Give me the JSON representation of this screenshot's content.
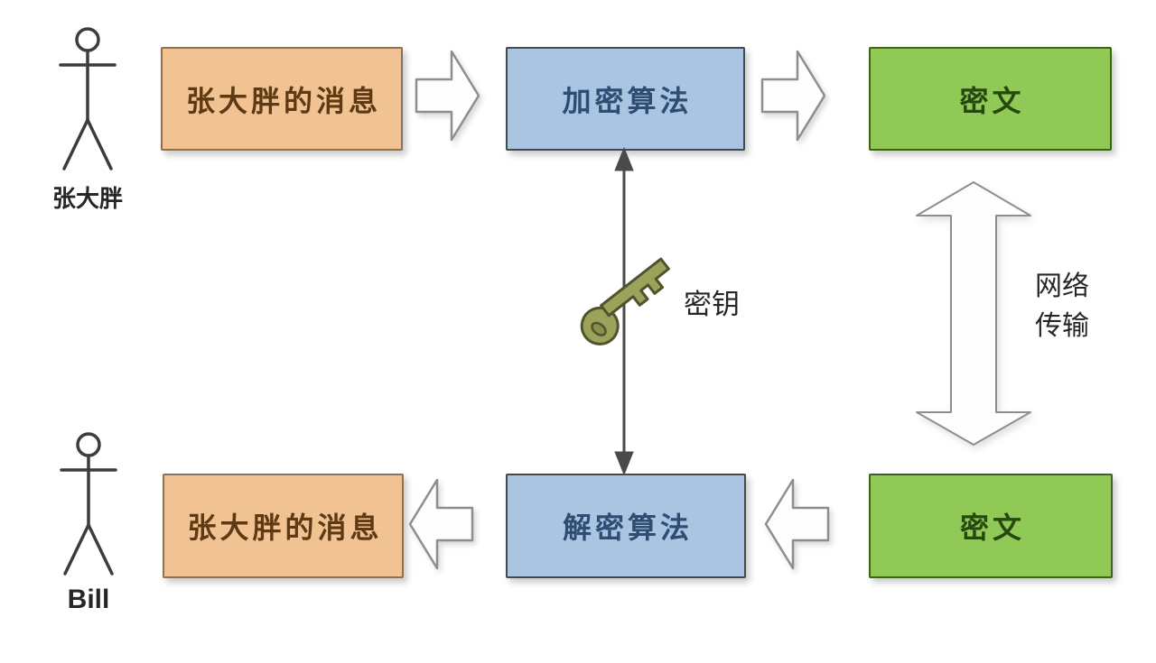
{
  "actors": {
    "sender": {
      "label": "张大胖"
    },
    "receiver": {
      "label": "Bill"
    }
  },
  "top_row": {
    "message": "张大胖的消息",
    "algorithm": "加密算法",
    "cipher": "密文"
  },
  "bottom_row": {
    "message": "张大胖的消息",
    "algorithm": "解密算法",
    "cipher": "密文"
  },
  "labels": {
    "key": "密钥",
    "network_line1": "网络",
    "network_line2": "传输"
  },
  "colors": {
    "message_fill": "#F2C392",
    "message_border": "#8A7256",
    "message_text": "#5E3A14",
    "algorithm_fill": "#A9C5E2",
    "algorithm_border": "#47484A",
    "algorithm_text": "#2E4D72",
    "cipher_fill": "#90C956",
    "cipher_border": "#406020",
    "cipher_text": "#264710",
    "arrow_fill": "#FDFDFD",
    "arrow_stroke": "#8E8E8E",
    "connector": "#4A4A4A",
    "key_fill": "#9DA25B",
    "key_hole": "#8A8F4C",
    "key_stroke": "#50542C",
    "figure_stroke": "#3C3C3C",
    "label_text": "#262626"
  }
}
